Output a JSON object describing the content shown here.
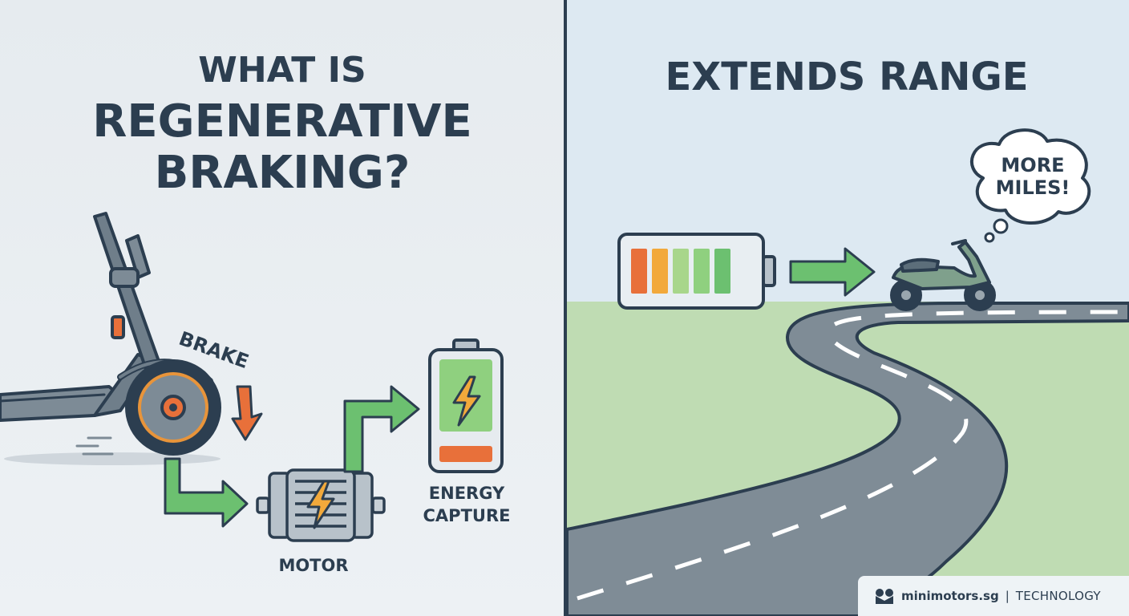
{
  "left_panel": {
    "title_line1": "WHAT IS",
    "title_line2": "REGENERATIVE",
    "title_line3": "BRAKING?",
    "brake_label": "BRAKE",
    "motor_label": "MOTOR",
    "energy_label_line1": "ENERGY",
    "energy_label_line2": "CAPTURE"
  },
  "right_panel": {
    "title": "EXTENDS RANGE",
    "thought_line1": "MORE",
    "thought_line2": "MILES!"
  },
  "footer": {
    "brand": "minimotors.sg",
    "separator": "|",
    "category": "TECHNOLOGY"
  },
  "colors": {
    "navy": "#2c3e50",
    "green": "#6cc070",
    "orange": "#e8703a",
    "sky": "#dde9f2",
    "grass": "#bfdcb3",
    "road": "#7f8c96"
  },
  "icons": [
    "scooter-icon",
    "lightning-icon",
    "motor-icon",
    "battery-icon",
    "arrow-icon",
    "moped-icon",
    "thought-bubble-icon",
    "logo-icon"
  ]
}
